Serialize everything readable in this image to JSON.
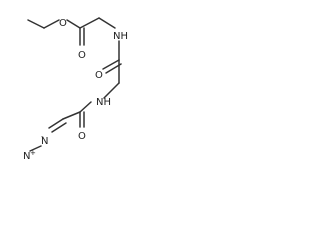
{
  "molecule": {
    "atoms": {
      "ester_o1": "O",
      "ester_o2": "O",
      "nh1": "NH",
      "o3": "O",
      "nh2": "NH",
      "o4": "O",
      "n_diazo": "N",
      "n_charge": "-",
      "n_terminal": "N",
      "n_terminal_charge": "+"
    }
  }
}
